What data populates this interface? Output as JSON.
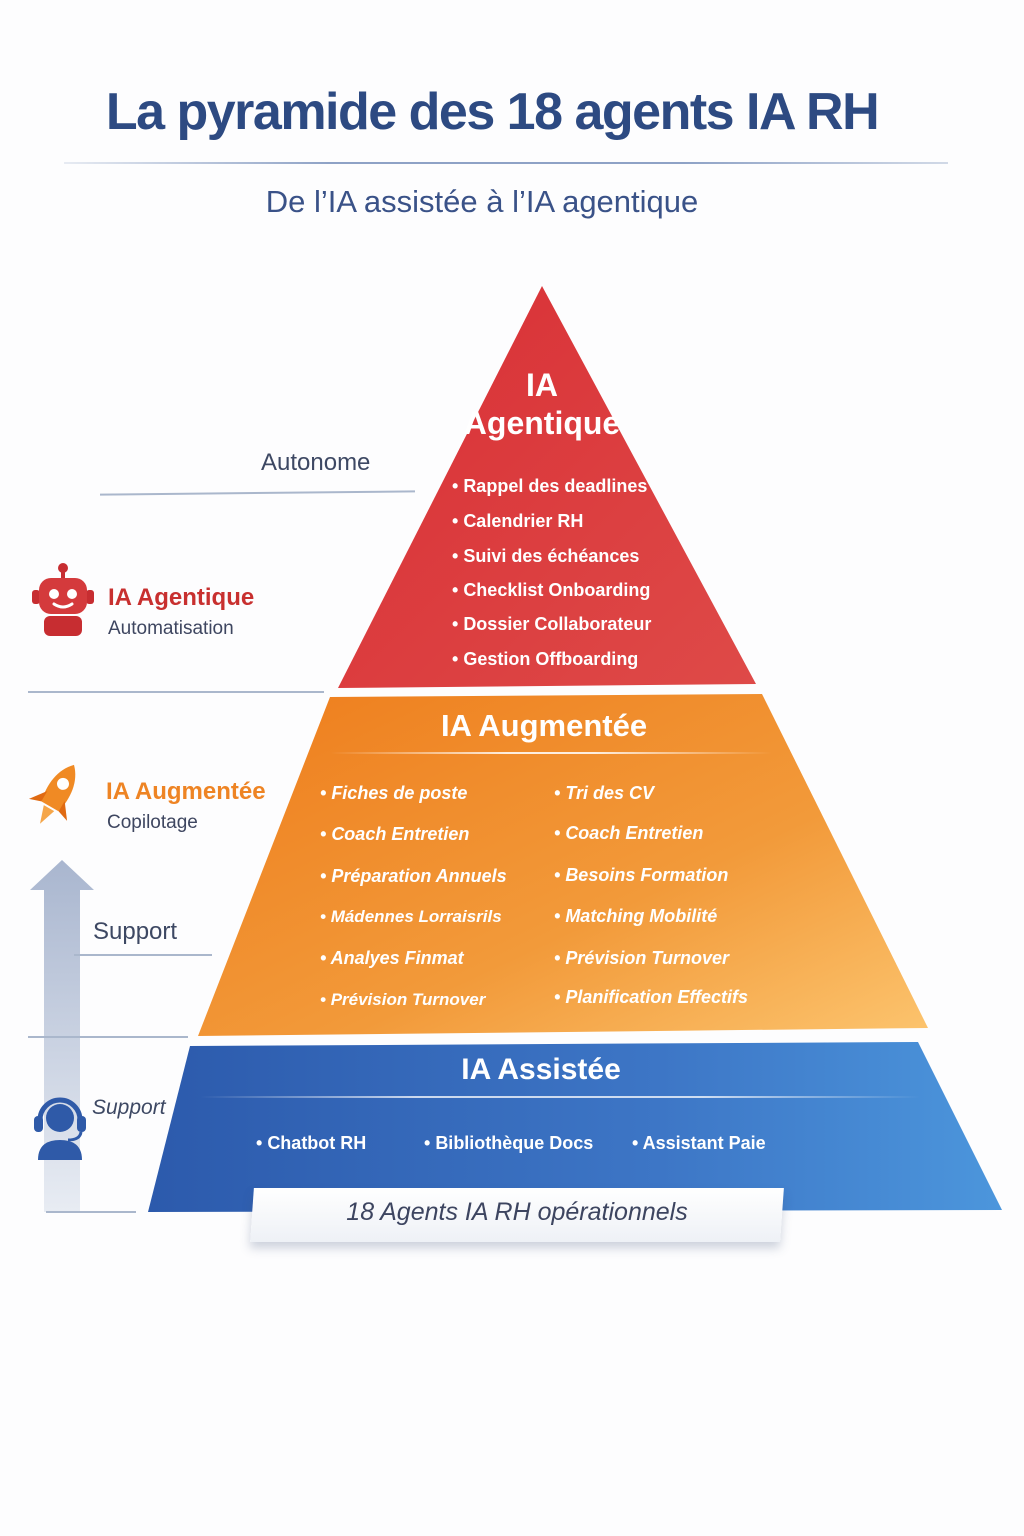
{
  "title": "La pyramide des 18 agents IA RH",
  "subtitle": "De l’IA assistée à l’IA agentique",
  "side": {
    "autonomy_label": "Autonome",
    "agentique": {
      "title": "IA Agentique",
      "sub": "Automatisation",
      "icon": "robot-icon"
    },
    "augmentee": {
      "title": "IA Augmentée",
      "sub": "Copilotage",
      "icon": "rocket-icon"
    },
    "support_label": "Support",
    "support_bottom": "Support",
    "support_icon": "headset-user-icon"
  },
  "tiers": {
    "agentique": {
      "title_line1": "IA",
      "title_line2": "Agentique",
      "color": "#d63a3a",
      "items": [
        "Rappel des deadlines",
        "Calendrier RH",
        "Suivi des échéances",
        "Checklist Onboarding",
        "Dossier Collaborateur",
        "Gestion Offboarding"
      ]
    },
    "augmentee": {
      "title": "IA Augmentée",
      "color": "#f08a24",
      "left_items": [
        "Fiches de poste",
        "Coach Entretien",
        "Préparation Annuels",
        "Mádennes Lorraisrils",
        "Analyes Finmat",
        "Prévision Turnover"
      ],
      "right_items": [
        "Tri des CV",
        "Coach Entretien",
        "Besoins Formation",
        "Matching Mobilité",
        "Prévision Turnover",
        "Planification Effectifs"
      ]
    },
    "assistee": {
      "title": "IA Assistée",
      "color": "#3a72c2",
      "items": [
        "Chatbot RH",
        "Bibliothèque Docs",
        "Assistant Paie"
      ]
    }
  },
  "footer": "18 Agents IA RH opérationnels"
}
